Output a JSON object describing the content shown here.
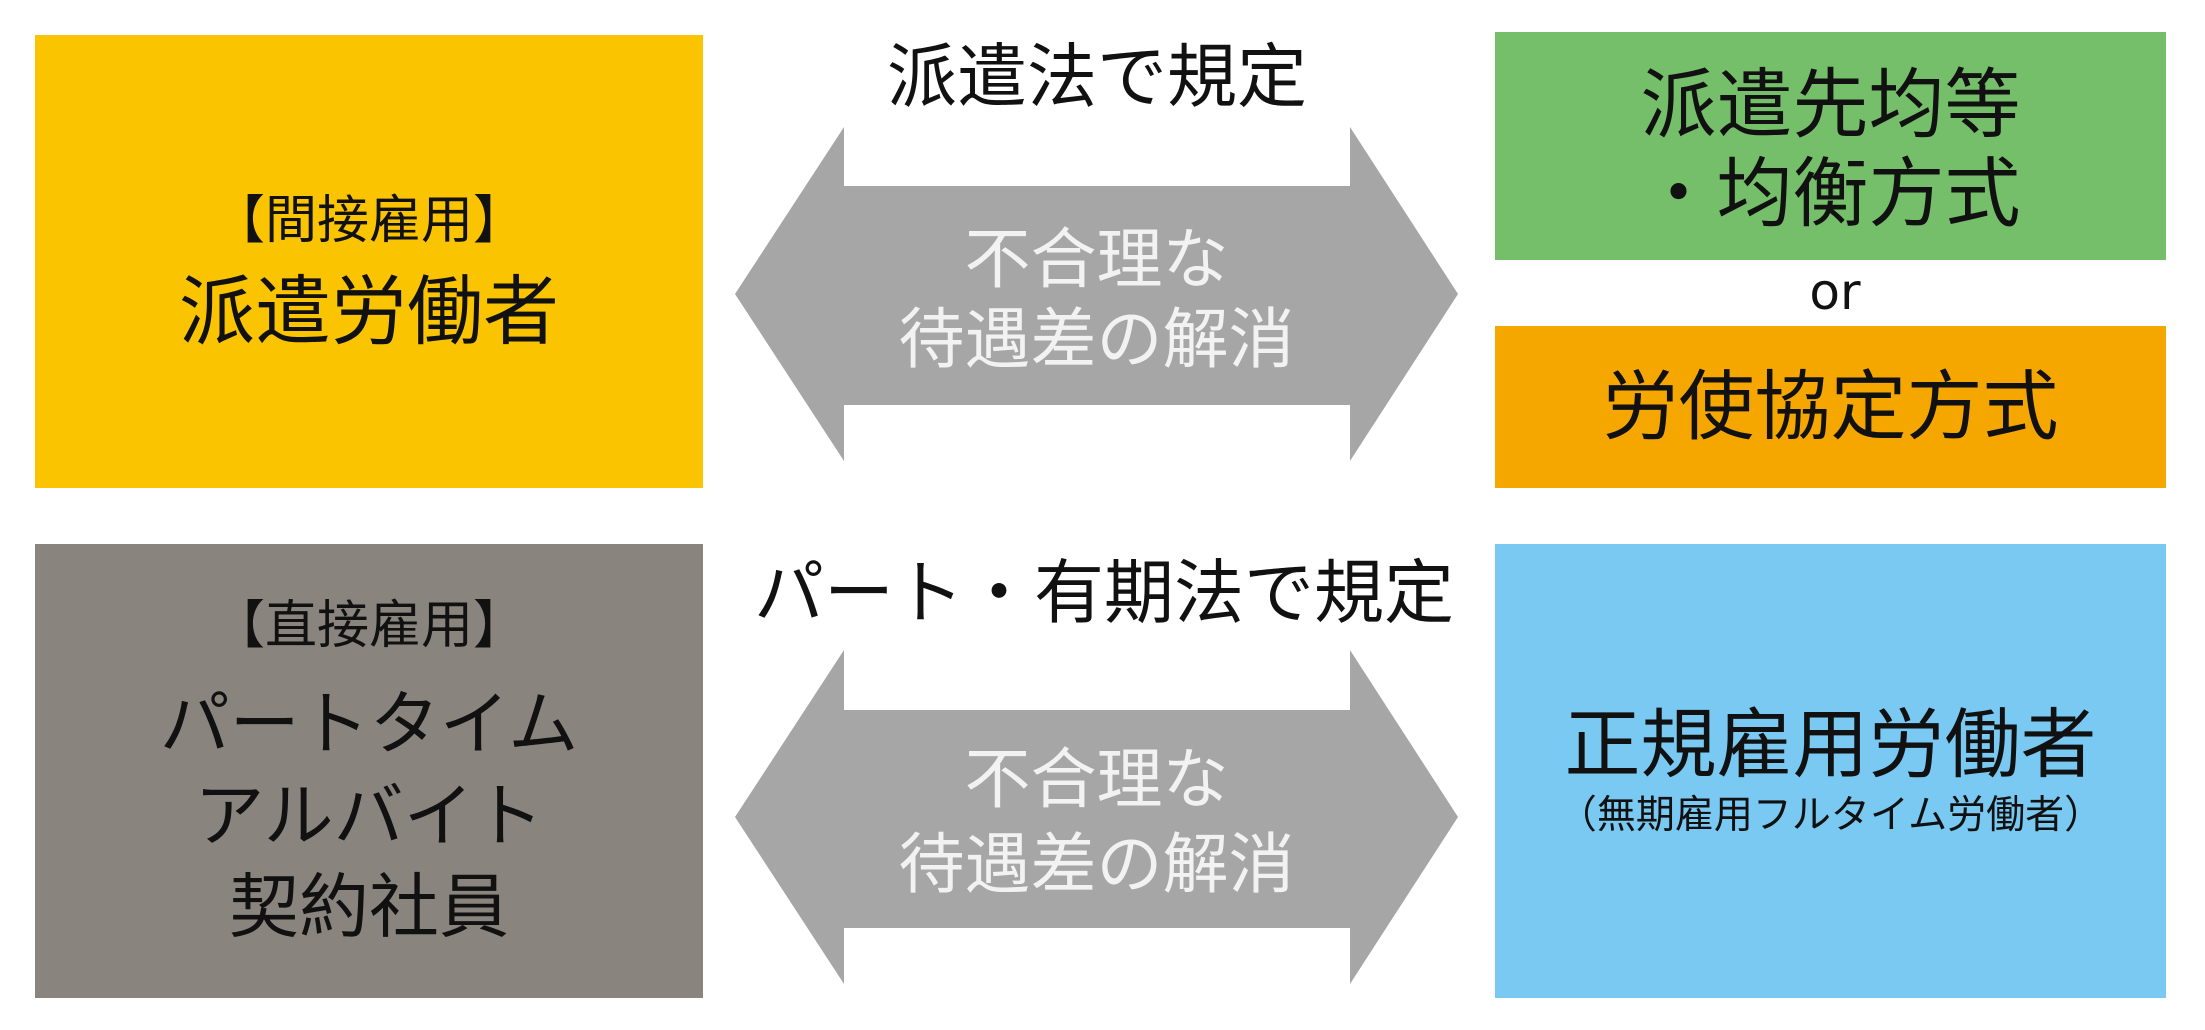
{
  "top_row": {
    "left_box": {
      "heading": "【間接雇用】",
      "title": "派遣労働者"
    },
    "center": {
      "law_label": "派遣法で規定",
      "arrow_text": [
        "不合理な",
        "待遇差の解消"
      ]
    },
    "right": {
      "upper_box": [
        "派遣先均等",
        "・均衡方式"
      ],
      "connector": "or",
      "lower_box": "労使協定方式"
    }
  },
  "bottom_row": {
    "left_box": {
      "heading": "【直接雇用】",
      "lines": [
        "パートタイム",
        "アルバイト",
        "契約社員"
      ]
    },
    "center": {
      "law_label": "パート・有期法で規定",
      "arrow_text": [
        "不合理な",
        "待遇差の解消"
      ]
    },
    "right_box": {
      "title": "正規雇用労働者",
      "subtitle": "（無期雇用フルタイム労働者）"
    }
  },
  "colors": {
    "indirect_box": "#FBC400",
    "direct_box": "#8A847F",
    "equal_treatment_box": "#76BF6A",
    "labor_agreement_box": "#F5A700",
    "regular_worker_box": "#79C9F3",
    "arrow": "#A6A6A6",
    "arrow_text": "#F2F2F2"
  }
}
